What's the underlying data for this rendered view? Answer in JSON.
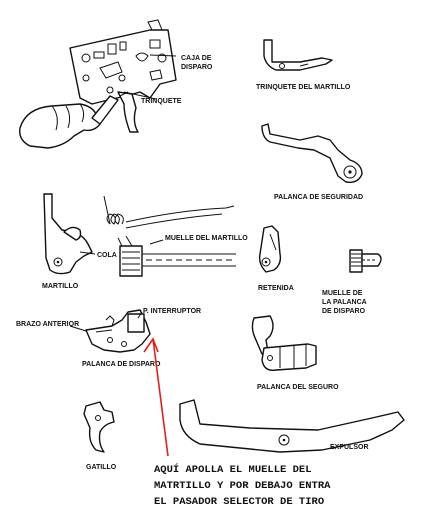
{
  "labels": {
    "caja_de_disparo_1": "CAJA DE",
    "caja_de_disparo_2": "DISPARO",
    "trinquete": "TRINQUETE",
    "trinquete_martillo": "TRINQUETE DEL MARTILLO",
    "palanca_seguridad": "PALANCA DE SEGURIDAD",
    "cola": "COLA",
    "muelle_martillo": "MUELLE DEL MARTILLO",
    "martillo": "MARTILLO",
    "retenida": "RETENIDA",
    "muelle_palanca_1": "MUELLE  DE",
    "muelle_palanca_2": "LA PALANCA",
    "muelle_palanca_3": "DE DISPARO",
    "p_interruptor": "P. INTERRUPTOR",
    "brazo_anterior": "BRAZO ANTERIOR",
    "palanca_disparo": "PALANCA DE DISPARO",
    "palanca_seguro": "PALANCA DEL SEGURO",
    "expulsor": "EXPULSOR",
    "gatillo": "GATILLO"
  },
  "annotation": {
    "line1": "AQUÍ APOLLA EL MUELLE DEL",
    "line2": "MATRTILLO Y POR DEBAJO ENTRA",
    "line3": "EL PASADOR SELECTOR DE TIRO"
  },
  "colors": {
    "ink": "#111111",
    "annotation_arrow": "#e0201b",
    "background": "#ffffff"
  }
}
